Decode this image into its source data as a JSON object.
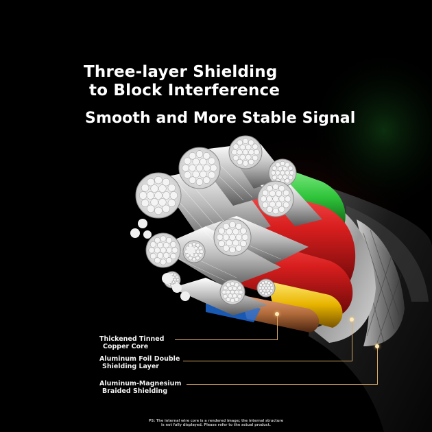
{
  "headline": {
    "line1": "Three-layer Shielding",
    "line2": "to Block Interference",
    "line3": "Smooth and More Stable Signal"
  },
  "callouts": [
    {
      "line1": "Thickened Tinned",
      "line2": "Copper Core"
    },
    {
      "line1": "Aluminum Foil Double",
      "line2": "Shielding Layer"
    },
    {
      "line1": "Aluminum-Magnesium",
      "line2": "Braided Shielding"
    }
  ],
  "disclaimer": {
    "line1": "PS: The internal wire core is a rendered image; the internal structure",
    "line2": "is not fully displayed. Please refer to the actual product."
  },
  "colors": {
    "background": "#000000",
    "text": "#ffffff",
    "lead_line": "#d9a866",
    "insulation_red": "#d81e1e",
    "insulation_green": "#2fc43a",
    "insulation_yellow": "#e8b400",
    "insulation_blue": "#1f6fe0",
    "insulation_copper": "#b06a3a"
  }
}
